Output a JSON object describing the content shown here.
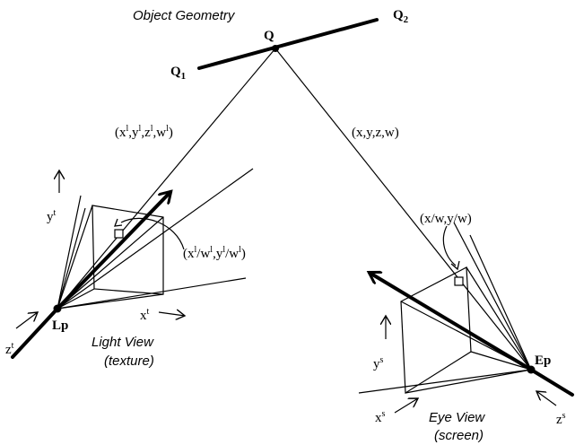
{
  "labels": {
    "title": "Object Geometry",
    "q": "Q",
    "q1": "Q",
    "q1_sub": "1",
    "q2": "Q",
    "q2_sub": "2",
    "light_coord": "(x",
    "light_coord_rest": ",y",
    "light_coord_z": ",z",
    "light_coord_w": ",w",
    "light_coord_end": ")",
    "light_sup": "l",
    "eye_coord": "(x,y,z,w)",
    "light_proj_a": "(x",
    "light_proj_b": "/w",
    "light_proj_c": ",y",
    "light_proj_d": "/w",
    "light_proj_end": ")",
    "eye_proj": "(x/w,y/w)",
    "y_t": "y",
    "y_t_sup": "t",
    "x_t": "x",
    "x_t_sup": "t",
    "z_t": "z",
    "z_t_sup": "t",
    "lp": "Lp",
    "light_view": "Light View",
    "light_view_sub": "(texture)",
    "y_s": "y",
    "y_s_sup": "s",
    "x_s": "x",
    "x_s_sup": "s",
    "z_s": "z",
    "z_s_sup": "s",
    "ep": "Ep",
    "eye_view": "Eye View",
    "eye_view_sub": "(screen)"
  }
}
